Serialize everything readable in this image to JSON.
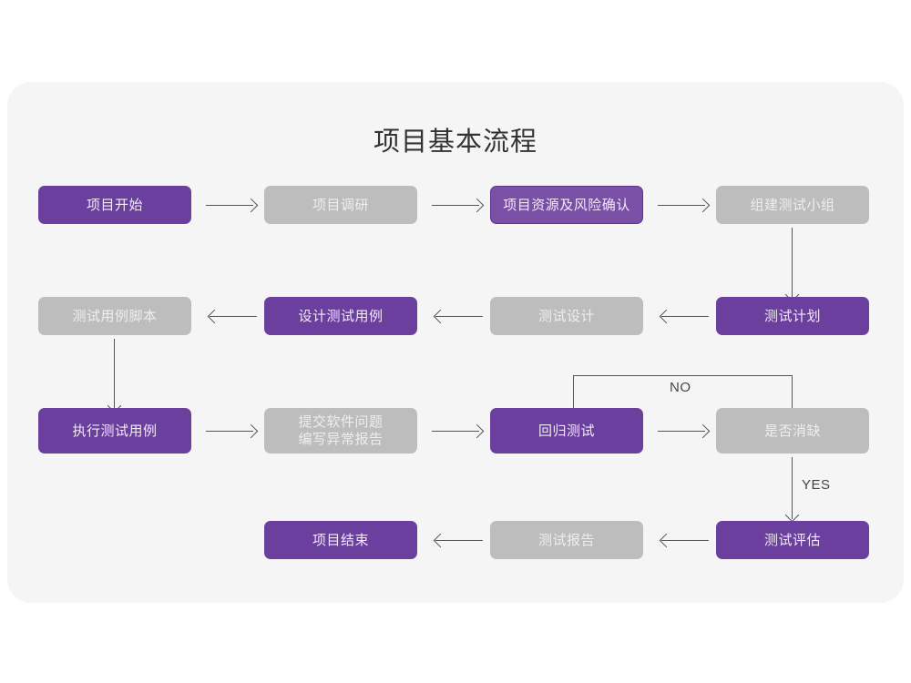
{
  "title": "项目基本流程",
  "theme": {
    "page_background": "#ffffff",
    "card_background": "#f5f5f6",
    "purple": "#6b3f9e",
    "purple_outline_fill": "#7a4fa6",
    "purple_outline_border": "#5d3490",
    "gray": "#bdbdbd",
    "connector": "#555555",
    "title_color": "#333333"
  },
  "flow": {
    "rows": [
      {
        "name": "row-1",
        "nodes": [
          {
            "id": "project-start",
            "label": "项目开始",
            "style": "purple"
          },
          {
            "id": "project-research",
            "label": "项目调研",
            "style": "gray"
          },
          {
            "id": "resource-risk",
            "label": "项目资源及风险确认",
            "style": "purple-outline"
          },
          {
            "id": "build-team",
            "label": "组建测试小组",
            "style": "gray"
          }
        ]
      },
      {
        "name": "row-2",
        "nodes": [
          {
            "id": "testcase-script",
            "label": "测试用例脚本",
            "style": "gray"
          },
          {
            "id": "design-testcase",
            "label": "设计测试用例",
            "style": "purple"
          },
          {
            "id": "test-design",
            "label": "测试设计",
            "style": "gray"
          },
          {
            "id": "test-plan",
            "label": "测试计划",
            "style": "purple"
          }
        ]
      },
      {
        "name": "row-3",
        "nodes": [
          {
            "id": "execute-testcase",
            "label": "执行测试用例",
            "style": "purple"
          },
          {
            "id": "submit-bug",
            "label": "提交软件问题",
            "label_line2": "编写异常报告",
            "style": "gray"
          },
          {
            "id": "regression-test",
            "label": "回归测试",
            "style": "purple"
          },
          {
            "id": "is-resolved",
            "label": "是否消缺",
            "style": "gray"
          }
        ]
      },
      {
        "name": "row-4",
        "nodes": [
          {
            "id": "project-end",
            "label": "项目结束",
            "style": "purple"
          },
          {
            "id": "test-report",
            "label": "测试报告",
            "style": "gray"
          },
          {
            "id": "test-evaluation",
            "label": "测试评估",
            "style": "purple"
          }
        ]
      }
    ],
    "edge_labels": {
      "no": "NO",
      "yes": "YES"
    }
  }
}
